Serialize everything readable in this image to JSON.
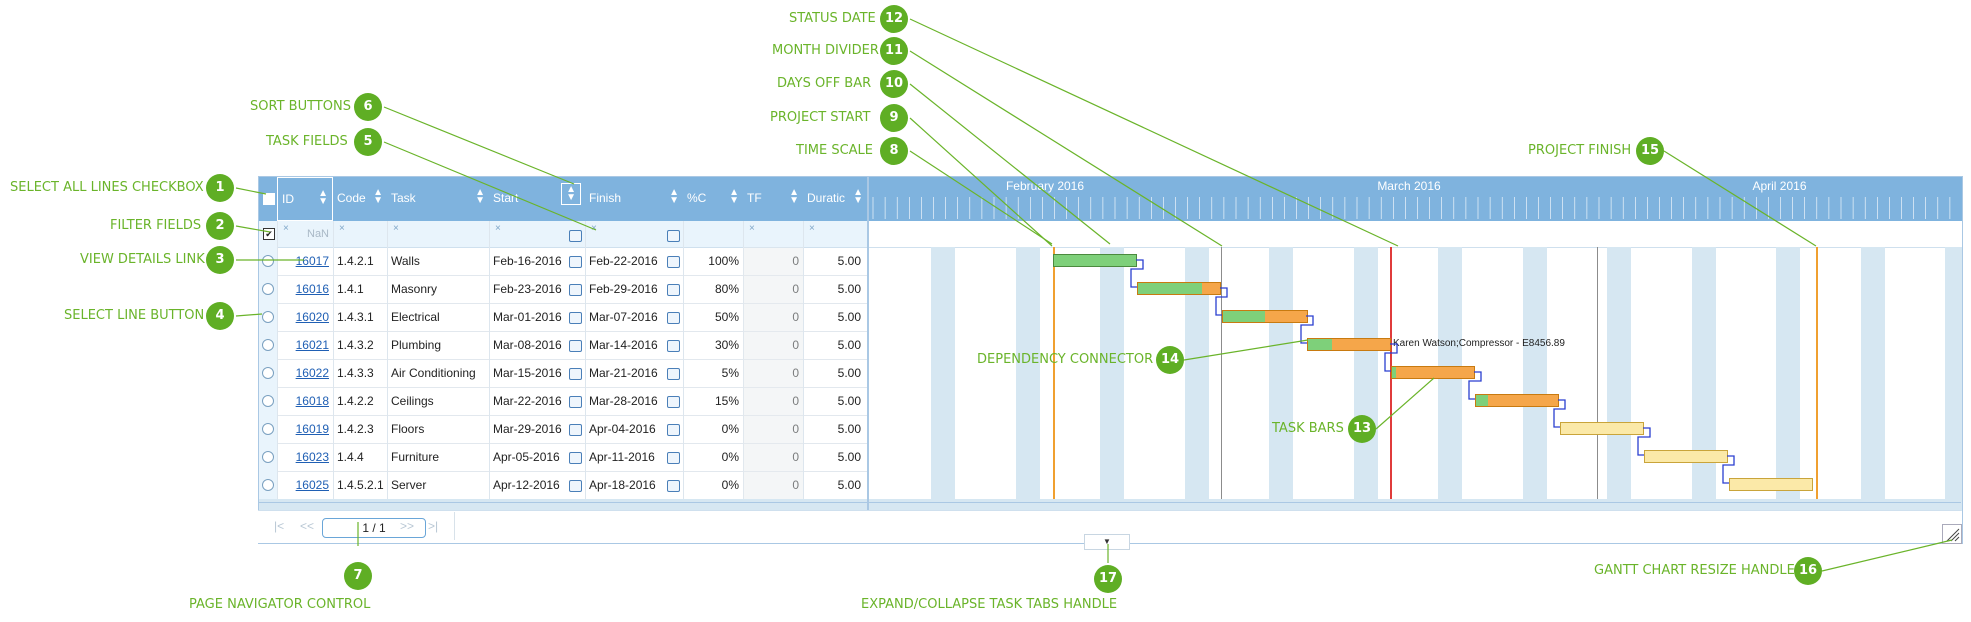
{
  "grid": {
    "columns": [
      "ID",
      "Code",
      "Task",
      "Start",
      "Finish",
      "%C",
      "TF",
      "Duratic"
    ],
    "filter_placeholder_id": "NaN",
    "rows": [
      {
        "id": "16017",
        "code": "1.4.2.1",
        "task": "Walls",
        "start": "Feb-16-2016",
        "finish": "Feb-22-2016",
        "pc": "100%",
        "tf": "0",
        "dur": "5.00"
      },
      {
        "id": "16016",
        "code": "1.4.1",
        "task": "Masonry",
        "start": "Feb-23-2016",
        "finish": "Feb-29-2016",
        "pc": "80%",
        "tf": "0",
        "dur": "5.00"
      },
      {
        "id": "16020",
        "code": "1.4.3.1",
        "task": "Electrical",
        "start": "Mar-01-2016",
        "finish": "Mar-07-2016",
        "pc": "50%",
        "tf": "0",
        "dur": "5.00"
      },
      {
        "id": "16021",
        "code": "1.4.3.2",
        "task": "Plumbing",
        "start": "Mar-08-2016",
        "finish": "Mar-14-2016",
        "pc": "30%",
        "tf": "0",
        "dur": "5.00"
      },
      {
        "id": "16022",
        "code": "1.4.3.3",
        "task": "Air Conditioning",
        "start": "Mar-15-2016",
        "finish": "Mar-21-2016",
        "pc": "5%",
        "tf": "0",
        "dur": "5.00"
      },
      {
        "id": "16018",
        "code": "1.4.2.2",
        "task": "Ceilings",
        "start": "Mar-22-2016",
        "finish": "Mar-28-2016",
        "pc": "15%",
        "tf": "0",
        "dur": "5.00"
      },
      {
        "id": "16019",
        "code": "1.4.2.3",
        "task": "Floors",
        "start": "Mar-29-2016",
        "finish": "Apr-04-2016",
        "pc": "0%",
        "tf": "0",
        "dur": "5.00"
      },
      {
        "id": "16023",
        "code": "1.4.4",
        "task": "Furniture",
        "start": "Apr-05-2016",
        "finish": "Apr-11-2016",
        "pc": "0%",
        "tf": "0",
        "dur": "5.00"
      },
      {
        "id": "16025",
        "code": "1.4.5.2.1",
        "task": "Server",
        "start": "Apr-12-2016",
        "finish": "Apr-18-2016",
        "pc": "0%",
        "tf": "0",
        "dur": "5.00"
      }
    ]
  },
  "gantt": {
    "months": [
      "February 2016",
      "March 2016",
      "April 2016"
    ],
    "resource_label": "Karen Watson;Compressor - E8456.89"
  },
  "pager": {
    "value": "1 / 1",
    "first": "|<",
    "prev": "<<",
    "next": ">>",
    "last": ">|"
  },
  "callouts": [
    {
      "n": "1",
      "label": "SELECT ALL LINES CHECKBOX"
    },
    {
      "n": "2",
      "label": "FILTER FIELDS"
    },
    {
      "n": "3",
      "label": "VIEW DETAILS LINK"
    },
    {
      "n": "4",
      "label": "SELECT LINE BUTTON"
    },
    {
      "n": "5",
      "label": "TASK FIELDS"
    },
    {
      "n": "6",
      "label": "SORT BUTTONS"
    },
    {
      "n": "7",
      "label": "PAGE NAVIGATOR CONTROL"
    },
    {
      "n": "8",
      "label": "TIME SCALE"
    },
    {
      "n": "9",
      "label": "PROJECT START"
    },
    {
      "n": "10",
      "label": "DAYS OFF BAR"
    },
    {
      "n": "11",
      "label": "MONTH DIVIDER"
    },
    {
      "n": "12",
      "label": "STATUS DATE"
    },
    {
      "n": "13",
      "label": "TASK BARS"
    },
    {
      "n": "14",
      "label": "DEPENDENCY CONNECTOR"
    },
    {
      "n": "15",
      "label": "PROJECT FINISH"
    },
    {
      "n": "16",
      "label": "GANTT CHART RESIZE HANDLE"
    },
    {
      "n": "17",
      "label": "EXPAND/COLLAPSE TASK TABS HANDLE"
    }
  ]
}
